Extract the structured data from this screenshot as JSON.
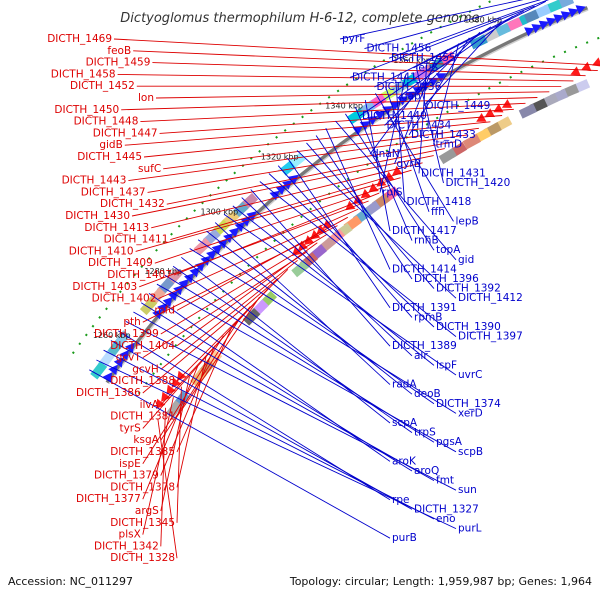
{
  "title": "Dictyoglomus thermophilum H-6-12, complete genome",
  "footer": {
    "accession": "Accession: NC_011297",
    "topology": "Topology: circular; Length: 1,959,987 bp; Genes: 1,964"
  },
  "colors": {
    "left_labels": "#dd0000",
    "right_labels": "#0000cc",
    "forward_genes": "#ff1a1a",
    "reverse_genes": "#1a1aff",
    "backbone": "#777777",
    "dots": "#1a9a1a"
  },
  "ticks": [
    "1400 kbp",
    "1380 kbp",
    "1360 kbp",
    "1340 kbp",
    "1320 kbp",
    "1300 kbp",
    "1280 kbp",
    "1260 kbp"
  ],
  "left_labels": [
    "DICTH_1469",
    "feoB",
    "DICTH_1459",
    "DICTH_1458",
    "DICTH_1452",
    "lon",
    "DICTH_1450",
    "DICTH_1448",
    "DICTH_1447",
    "gidB",
    "DICTH_1445",
    "sufC",
    "DICTH_1443",
    "DICTH_1437",
    "DICTH_1432",
    "DICTH_1430",
    "DICTH_1413",
    "DICTH_1411",
    "DICTH_1410",
    "DICTH_1409",
    "DICTH_1407",
    "DICTH_1403",
    "DICTH_1402",
    "mfd",
    "pth",
    "DICTH_1399",
    "DICTH_1404",
    "gcvT",
    "gcvH",
    "DICTH_1388",
    "DICTH_1386",
    "ilvA",
    "DICTH_1381",
    "tyrS",
    "ksgA",
    "DICTH_1385",
    "ispE",
    "DICTH_1379",
    "DICTH_1378",
    "DICTH_1377",
    "argS",
    "DICTH_1345",
    "plsX",
    "DICTH_1342",
    "DICTH_1328"
  ],
  "right_labels": [
    "pyrF",
    "DICTH_1456",
    "DICTH_1455",
    "leuS",
    "DICTH_1441",
    "DICTH_1436",
    "gap",
    "DICTH_1449",
    "DICTH_1440",
    "DICTH_1434",
    "DICTH_1433",
    "trmD",
    "dnaN",
    "gyrB",
    "DICTH_1431",
    "DICTH_1420",
    "rplS",
    "DICTH_1418",
    "ffh",
    "lepB",
    "DICTH_1417",
    "rnhB",
    "topA",
    "gid",
    "DICTH_1414",
    "DICTH_1396",
    "DICTH_1392",
    "DICTH_1412",
    "DICTH_1391",
    "rpmB",
    "DICTH_1390",
    "DICTH_1397",
    "DICTH_1389",
    "alr",
    "ispF",
    "uvrC",
    "radA",
    "deoB",
    "DICTH_1374",
    "xerD",
    "scpA",
    "trpS",
    "pgsA",
    "scpB",
    "aroK",
    "aroQ",
    "fmt",
    "sun",
    "rpe",
    "DICTH_1327",
    "eno",
    "purL",
    "purB"
  ]
}
